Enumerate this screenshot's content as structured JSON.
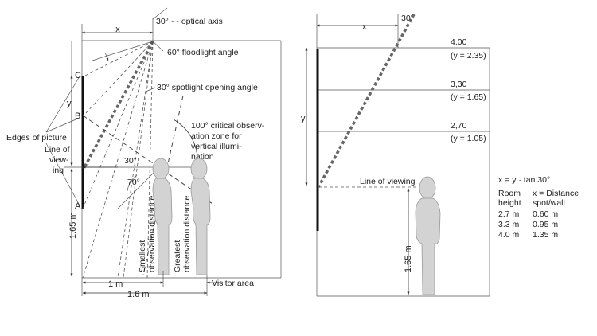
{
  "left": {
    "x_label": "x",
    "angle_30": "30°",
    "optical_axis": "- - optical axis",
    "floodlight": "60° floodlight angle",
    "spotlight": "30° spotlight opening angle",
    "critical_zone": [
      "100° critical observ-",
      "ation zone for",
      "vertical illumi-",
      "nation"
    ],
    "label_c": "C",
    "label_b": "B",
    "label_a": "A",
    "y_label": "y",
    "edges_of_picture": "Edges of picture",
    "line_of_viewing": [
      "Line of",
      "view-",
      "ing"
    ],
    "angle_30_eye": "30°",
    "angle_70": "70°",
    "height": "1.65 m",
    "smallest": [
      "Smallest",
      "observation distance"
    ],
    "greatest": [
      "Greatest",
      "observation distance"
    ],
    "dist_1m": "1 m",
    "dist_16m": "1.6 m",
    "visitor_area": "Visitor area"
  },
  "right": {
    "x_label": "x",
    "angle_30": "30°",
    "y_label": "y",
    "levels": [
      {
        "value": "4.00",
        "y": "(y = 2.35)"
      },
      {
        "value": "3,30",
        "y": "(y = 1.65)"
      },
      {
        "value": "2,70",
        "y": "(y = 1.05)"
      }
    ],
    "line_of_viewing": "Line of viewing",
    "height": "1.65 m",
    "formula": "x = y · tan 30°",
    "table": {
      "headers": [
        [
          "Room",
          "height"
        ],
        [
          "x = Distance",
          "spot/wall"
        ]
      ],
      "rows": [
        [
          "2.7 m",
          "0.60 m"
        ],
        [
          "3.3 m",
          "0.95 m"
        ],
        [
          "4.0 m",
          "1.35 m"
        ]
      ]
    }
  }
}
